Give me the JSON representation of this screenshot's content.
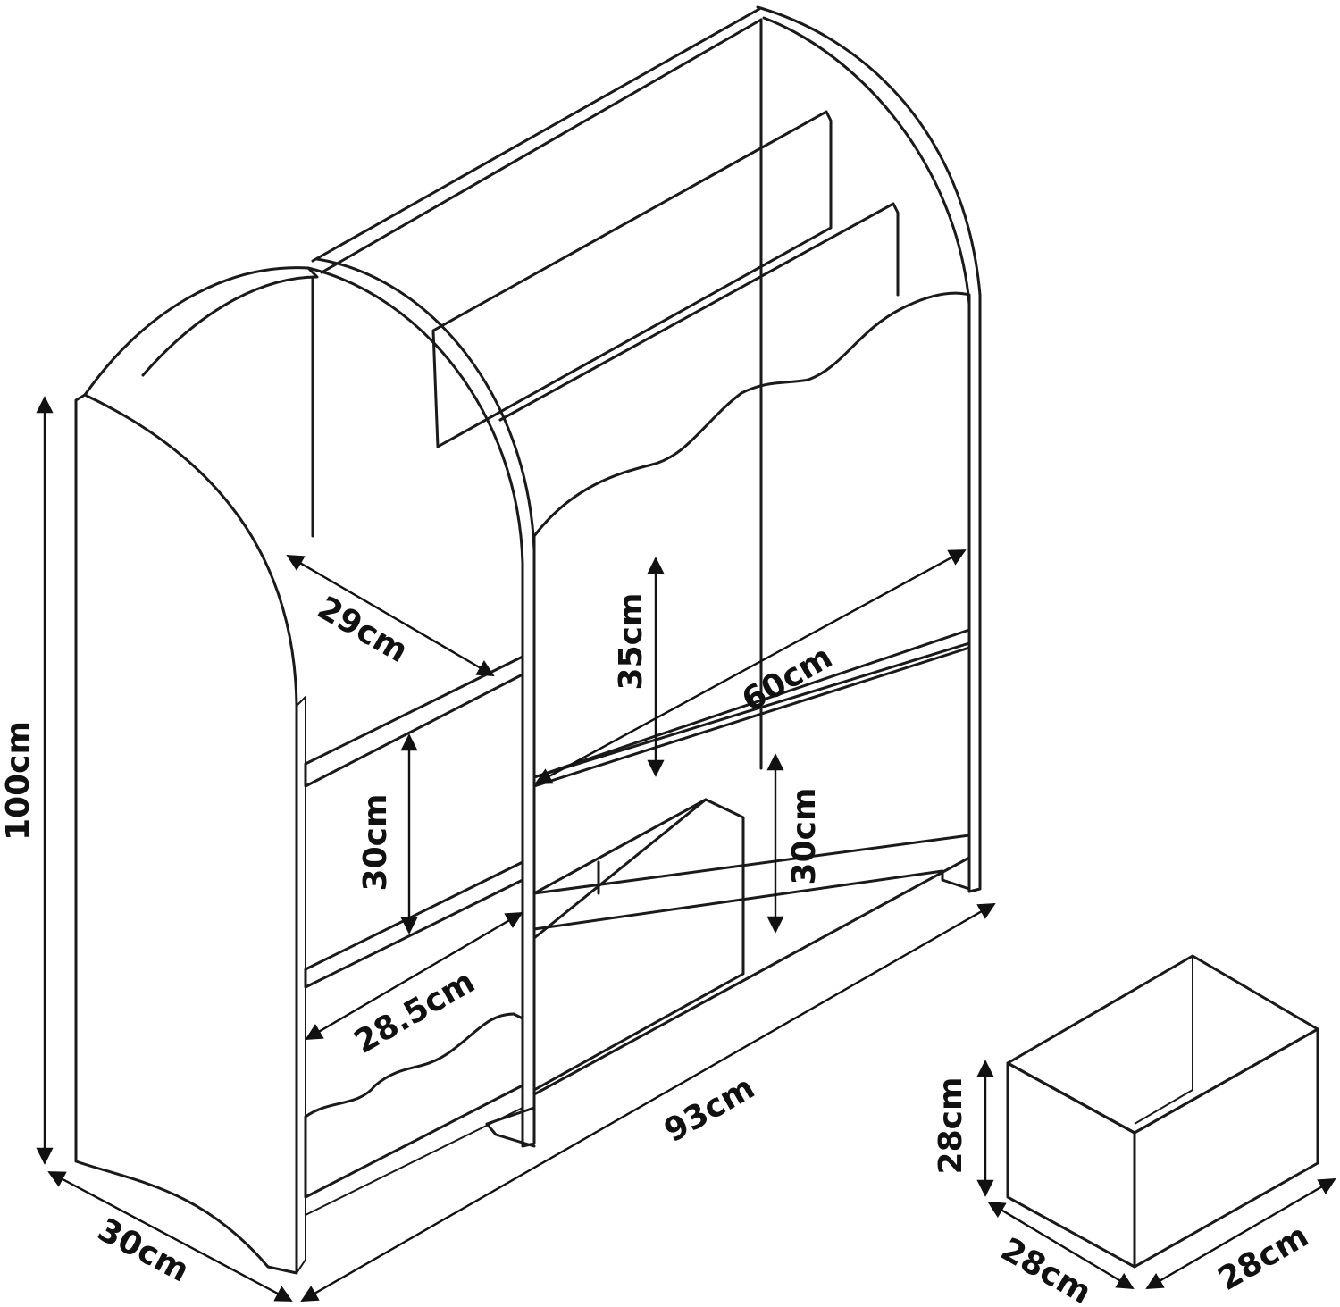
{
  "colors": {
    "line": "#1a1a1a",
    "background": "#ffffff"
  },
  "dimensions": {
    "total_height": "100cm",
    "depth": "30cm",
    "total_width": "93cm",
    "side_shelf_depth": "29cm",
    "side_shelf_height": "30cm",
    "side_bin_width": "28.5cm",
    "sling_height": "35cm",
    "sling_width": "60cm",
    "lower_shelf_height": "30cm",
    "box_height": "28cm",
    "box_depth": "28cm",
    "box_width": "28cm"
  }
}
